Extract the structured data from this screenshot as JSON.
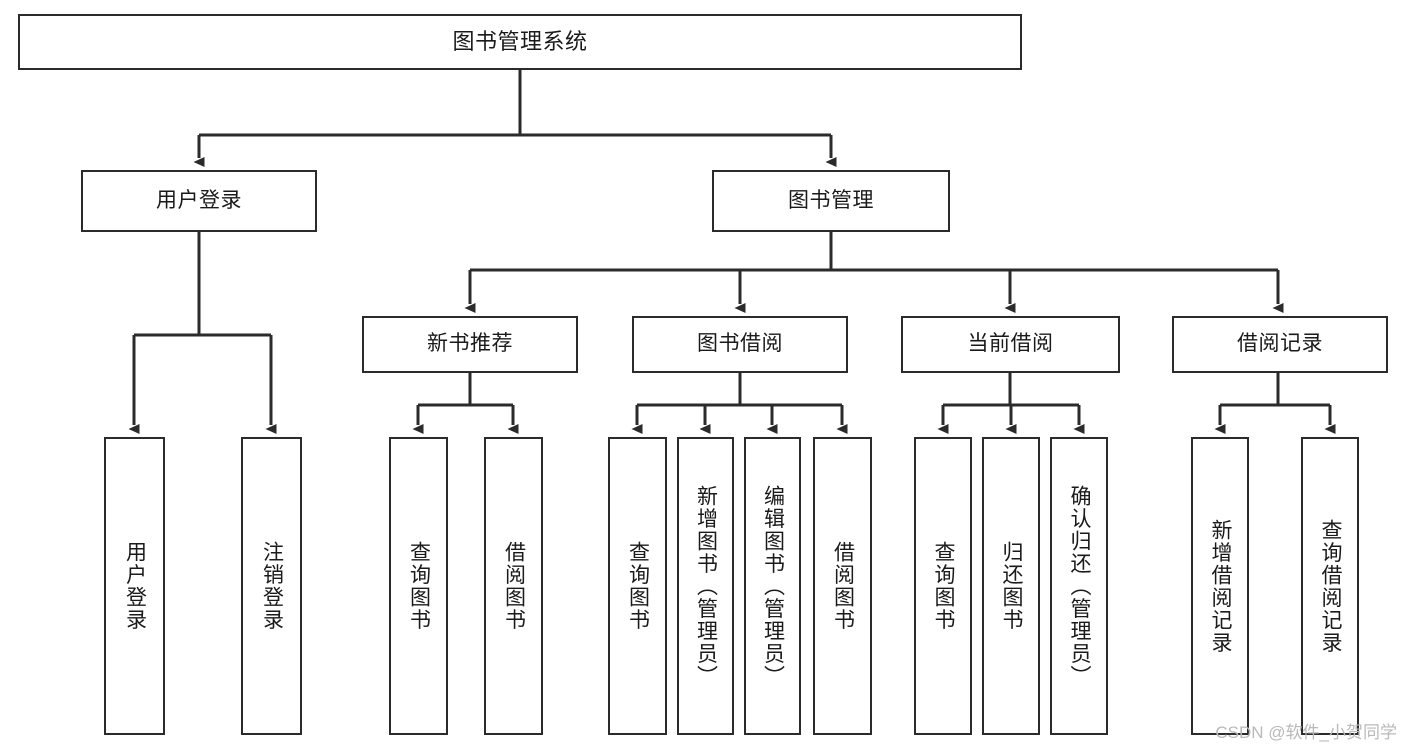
{
  "diagram": {
    "title": "图书管理系统",
    "watermark": "CSDN @软件_小贺同学",
    "colors": {
      "stroke": "#2b2b2b",
      "fill": "#ffffff",
      "text": "#1a1a1a",
      "watermark": "#b9b9b9"
    },
    "root": {
      "label": "图书管理系统"
    },
    "level2": [
      {
        "label": "用户登录"
      },
      {
        "label": "图书管理"
      }
    ],
    "level3": [
      {
        "label": "新书推荐"
      },
      {
        "label": "图书借阅"
      },
      {
        "label": "当前借阅"
      },
      {
        "label": "借阅记录"
      }
    ],
    "leaves": {
      "user_login": [
        {
          "label": "用户登录"
        },
        {
          "label": "注销登录"
        }
      ],
      "new_book": [
        {
          "label": "查询图书"
        },
        {
          "label": "借阅图书"
        }
      ],
      "borrow_book": [
        {
          "label": "查询图书"
        },
        {
          "label": "新增图书（管理员）"
        },
        {
          "label": "编辑图书（管理员）"
        },
        {
          "label": "借阅图书"
        }
      ],
      "current_borrow": [
        {
          "label": "查询图书"
        },
        {
          "label": "归还图书"
        },
        {
          "label": "确认归还（管理员）"
        }
      ],
      "borrow_record": [
        {
          "label": "新增借阅记录"
        },
        {
          "label": "查询借阅记录"
        }
      ]
    }
  }
}
